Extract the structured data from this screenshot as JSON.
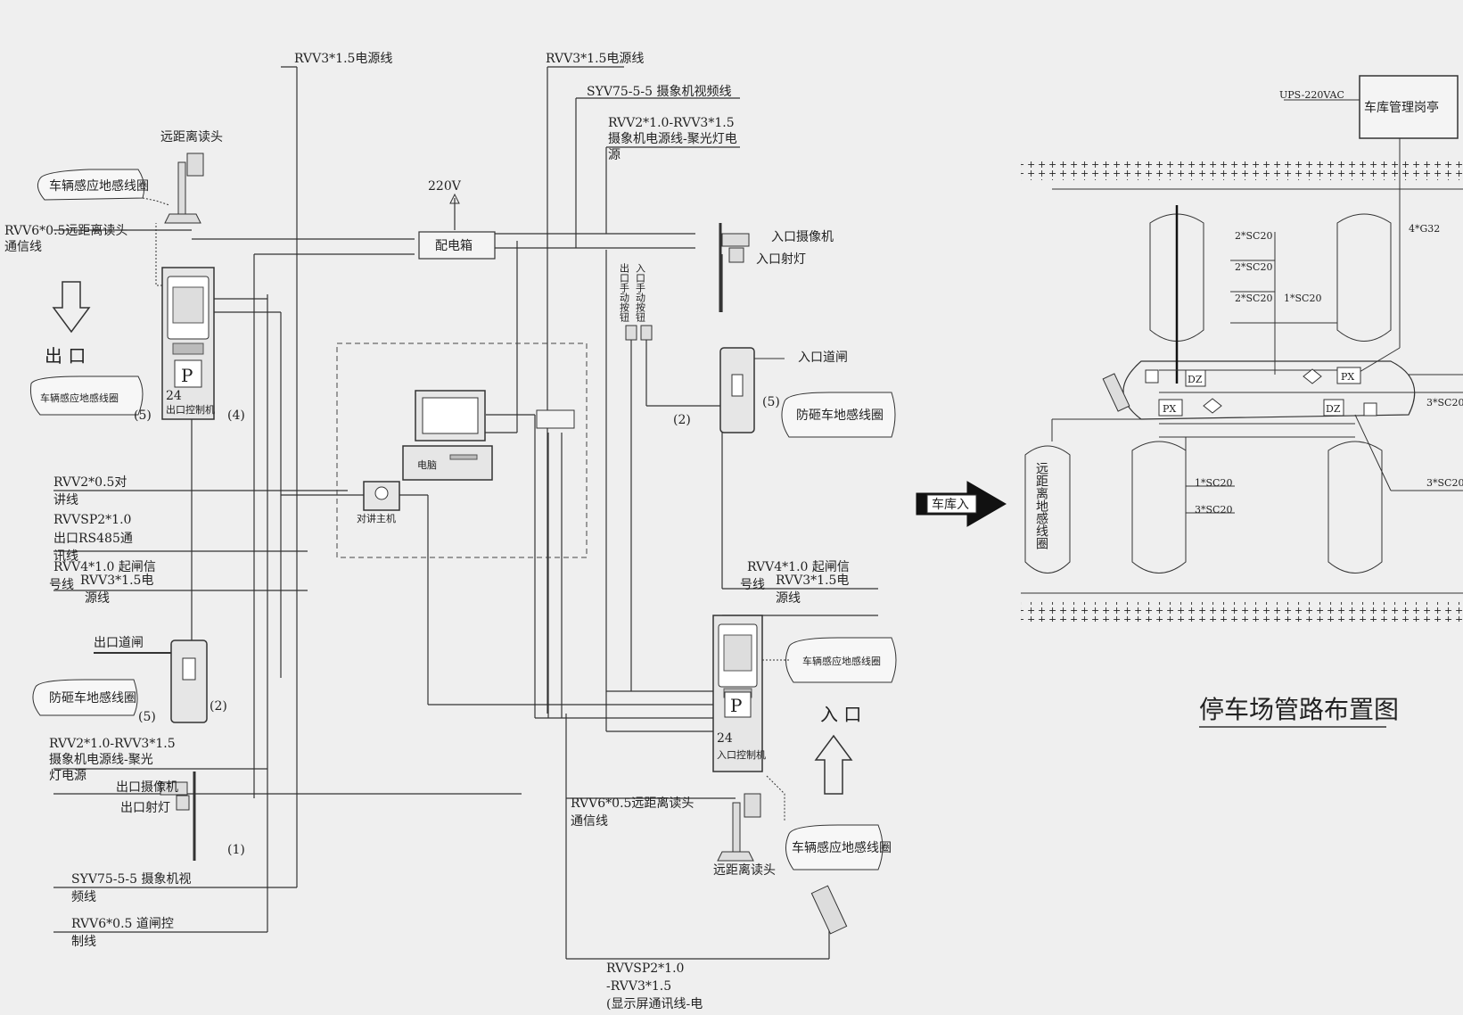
{
  "labels": {
    "rvv3_power_1": "RVV3*1.5电源线",
    "rvv3_power_2": "RVV3*1.5电源线",
    "syv_camera_video": "SYV75-5-5 摄象机视频线",
    "rvv2_rvv3_1": "RVV2*1.0-RVV3*1.5",
    "rvv2_rvv3_2": "摄象机电源线-聚光灯电",
    "rvv2_rvv3_3": "源",
    "v220": "220V",
    "power_box": "配电箱",
    "entry_camera": "入口摄像机",
    "entry_light": "入口射灯",
    "long_reader_top": "远距离读头",
    "vehicle_loop_tl": "车辆感应地感线圈",
    "rvv6_reader_1": "RVV6*0.5远距离读头",
    "rvv6_reader_2": "通信线",
    "exit": "出 口",
    "vehicle_loop_l": "车辆感应地感线圈",
    "num5_l": "(5)",
    "num4_l": "(4)",
    "exit_controller": "出口控制机",
    "manual_exit": "出口手动按钮",
    "manual_entry": "入口手动按钮",
    "entry_gate": "入口道闸",
    "num2_r": "(2)",
    "num5_r": "(5)",
    "anti_smash_r": "防砸车地感线圈",
    "pc": "电脑",
    "intercom": "对讲主机",
    "rvv2_intercom_1": "RVV2*0.5对",
    "rvv2_intercom_2": "讲线",
    "rvvsp_exit_1": "RVVSP2*1.0",
    "rvvsp_exit_2": "出口RS485通",
    "rvvsp_exit_3": "讯线",
    "rvv4_exit_1": "RVV4*1.0  起闸信",
    "rvv4_exit_2": "号线",
    "rvv3_exit_3": "RVV3*1.5电",
    "rvv3_exit_4": "源线",
    "exit_gate": "出口道闸",
    "anti_smash_l": "防砸车地感线圈",
    "num5_l2": "(5)",
    "num2_l": "(2)",
    "rvv2_exit_1": "RVV2*1.0-RVV3*1.5",
    "rvv2_exit_2": "摄象机电源线-聚光",
    "rvv2_exit_3": "灯电源",
    "exit_camera": "出口摄像机",
    "exit_light": "出口射灯",
    "num1": "(1)",
    "syv_exit_1": "SYV75-5-5 摄象机视",
    "syv_exit_2": "频线",
    "rvv6_gate_1": "RVV6*0.5 道闸控",
    "rvv6_gate_2": "制线",
    "rvv4_entry_1": "RVV4*1.0  起闸信",
    "rvv4_entry_2": "号线",
    "rvv3_entry_3": "RVV3*1.5电",
    "rvv3_entry_4": "源线",
    "vehicle_loop_r": "车辆感应地感线圈",
    "entry": "入 口",
    "entry_controller": "入口控制机",
    "rvv6_entry_1": "RVV6*0.5远距离读头",
    "rvv6_entry_2": "通信线",
    "long_reader_bottom": "远距离读头",
    "vehicle_loop_br": "车辆感应地感线圈",
    "rvvsp_display_1": "RVVSP2*1.0",
    "rvvsp_display_2": "-RVV3*1.5",
    "rvvsp_display_3": "(显示屏通讯线-电",
    "panel_24": "24",
    "panel_p": "P"
  },
  "layout_plan": {
    "title": "停车场管路布置图",
    "ups": "UPS-220VAC",
    "booth": "车库管理岗亭",
    "car_in": "车库入",
    "sc_2a": "2*SC20",
    "sc_2b": "2*SC20",
    "sc_2c": "2*SC20",
    "sc_1a": "1*SC20",
    "g32": "4*G32",
    "sc_3a": "3*SC20",
    "sc_1b": "1*SC20",
    "sc_3b": "3*SC20",
    "sc_3c": "3*SC20",
    "dz1": "DZ",
    "dz2": "DZ",
    "px1": "PX",
    "px2": "PX",
    "long_loop": "远距离地感线圈"
  }
}
